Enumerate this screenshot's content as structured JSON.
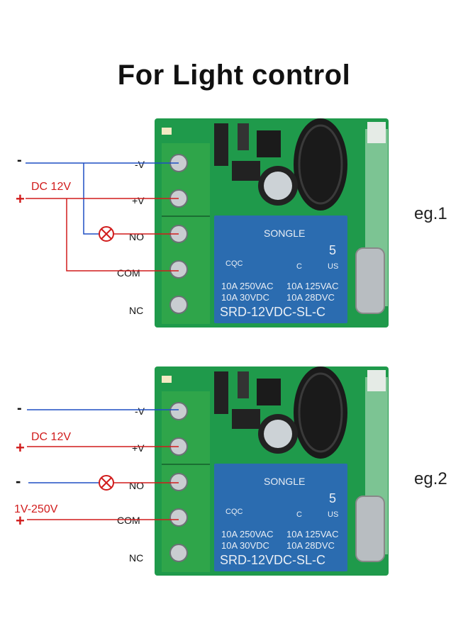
{
  "title": "For Light control",
  "colors": {
    "board": "#1f9a4b",
    "terminal": "#2fa54a",
    "relay": "#2b6cb0",
    "neg_wire": "#1f4fc4",
    "pos_wire": "#d11c1c",
    "lamp": "#d11c1c"
  },
  "relay": {
    "brand": "SONGLE",
    "cert": "CQC",
    "ul_num": "5",
    "ul_c": "C",
    "ul_us": "US",
    "r1_left": "10A 250VAC",
    "r1_right": "10A 125VAC",
    "r2_left": "10A 30VDC",
    "r2_right": "10A 28DVC",
    "model": "SRD-12VDC-SL-C"
  },
  "diagrams": [
    {
      "label": "eg.1",
      "terminals": [
        "-V",
        "+V",
        "NO",
        "COM",
        "NC"
      ],
      "wire_labels": {
        "minus": "-",
        "dc": "DC 12V",
        "plus": "+"
      }
    },
    {
      "label": "eg.2",
      "terminals": [
        "-V",
        "+V",
        "NO",
        "COM",
        "NC"
      ],
      "wire_labels": {
        "minus": "-",
        "dc": "DC 12V",
        "plus": "+",
        "minus2": "-",
        "ac": "1V-250V",
        "plus2": "+"
      }
    }
  ]
}
